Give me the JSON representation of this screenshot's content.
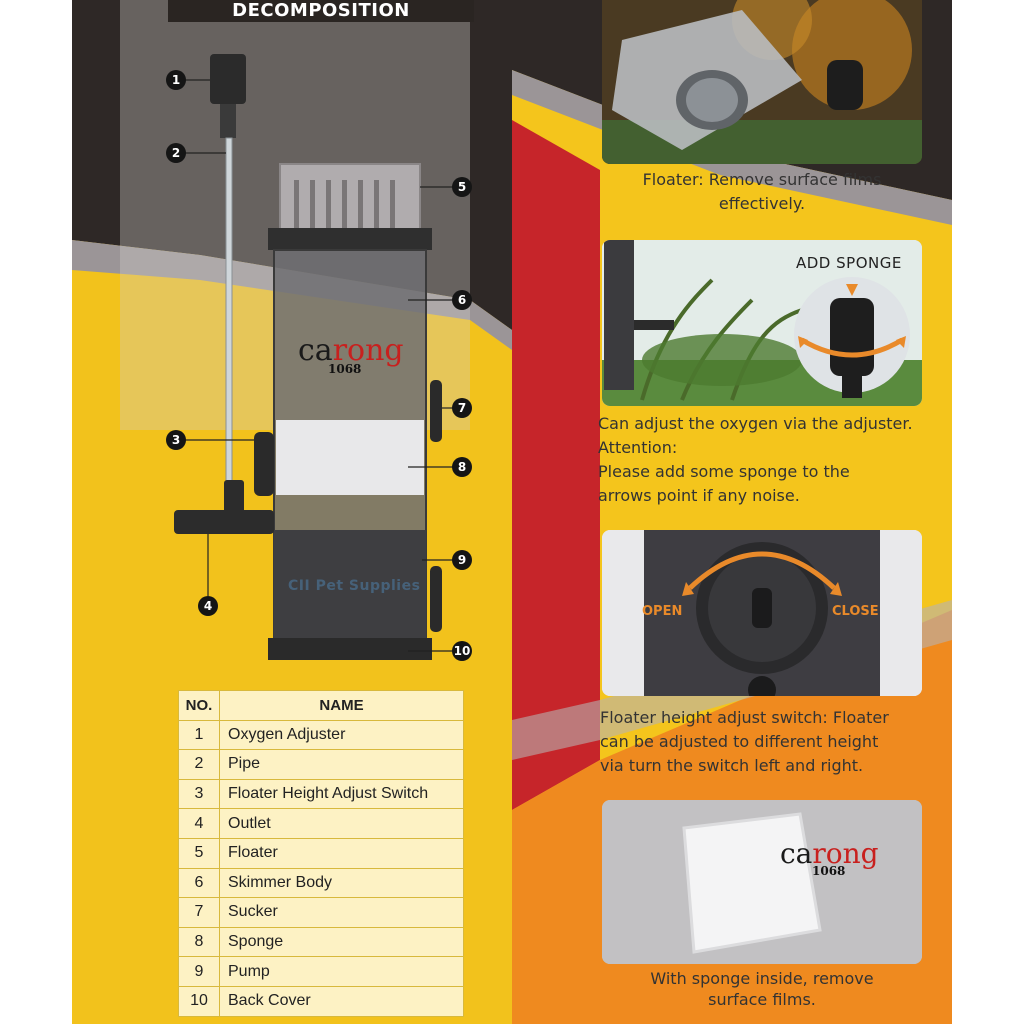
{
  "header": {
    "title": "DECOMPOSITION"
  },
  "brand": {
    "name_part1": "ca",
    "name_part2": "rong",
    "model": "1068"
  },
  "watermark": "CII Pet Supplies",
  "callouts": [
    "1",
    "2",
    "3",
    "4",
    "5",
    "6",
    "7",
    "8",
    "9",
    "10"
  ],
  "table": {
    "headers": [
      "NO.",
      "NAME"
    ],
    "rows": [
      [
        "1",
        "Oxygen Adjuster"
      ],
      [
        "2",
        "Pipe"
      ],
      [
        "3",
        "Floater Height Adjust Switch"
      ],
      [
        "4",
        "Outlet"
      ],
      [
        "5",
        "Floater"
      ],
      [
        "6",
        "Skimmer Body"
      ],
      [
        "7",
        "Sucker"
      ],
      [
        "8",
        "Sponge"
      ],
      [
        "9",
        "Pump"
      ],
      [
        "10",
        "Back Cover"
      ]
    ]
  },
  "panels": {
    "floater": {
      "caption_line1": "Floater: Remove surface films",
      "caption_line2": "effectively."
    },
    "sponge_add": {
      "label": "ADD SPONGE",
      "caption_line1": "Can adjust the oxygen via the adjuster.",
      "caption_line2": "Attention:",
      "caption_line3": "Please add some sponge to the",
      "caption_line4": "arrows point if any noise."
    },
    "switch": {
      "open_label": "OPEN",
      "close_label": "CLOSE",
      "caption_line1": "Floater height adjust switch: Floater",
      "caption_line2": "can be adjusted to different height",
      "caption_line3": "via turn the switch left and right."
    },
    "sponge_inside": {
      "caption_line1": "With sponge inside, remove",
      "caption_line2": "surface films."
    }
  },
  "colors": {
    "dark": "#2a2522",
    "yellow": "#f4c51c",
    "red": "#c6252a",
    "orange": "#ef8a1f",
    "gray": "#9a9496"
  }
}
